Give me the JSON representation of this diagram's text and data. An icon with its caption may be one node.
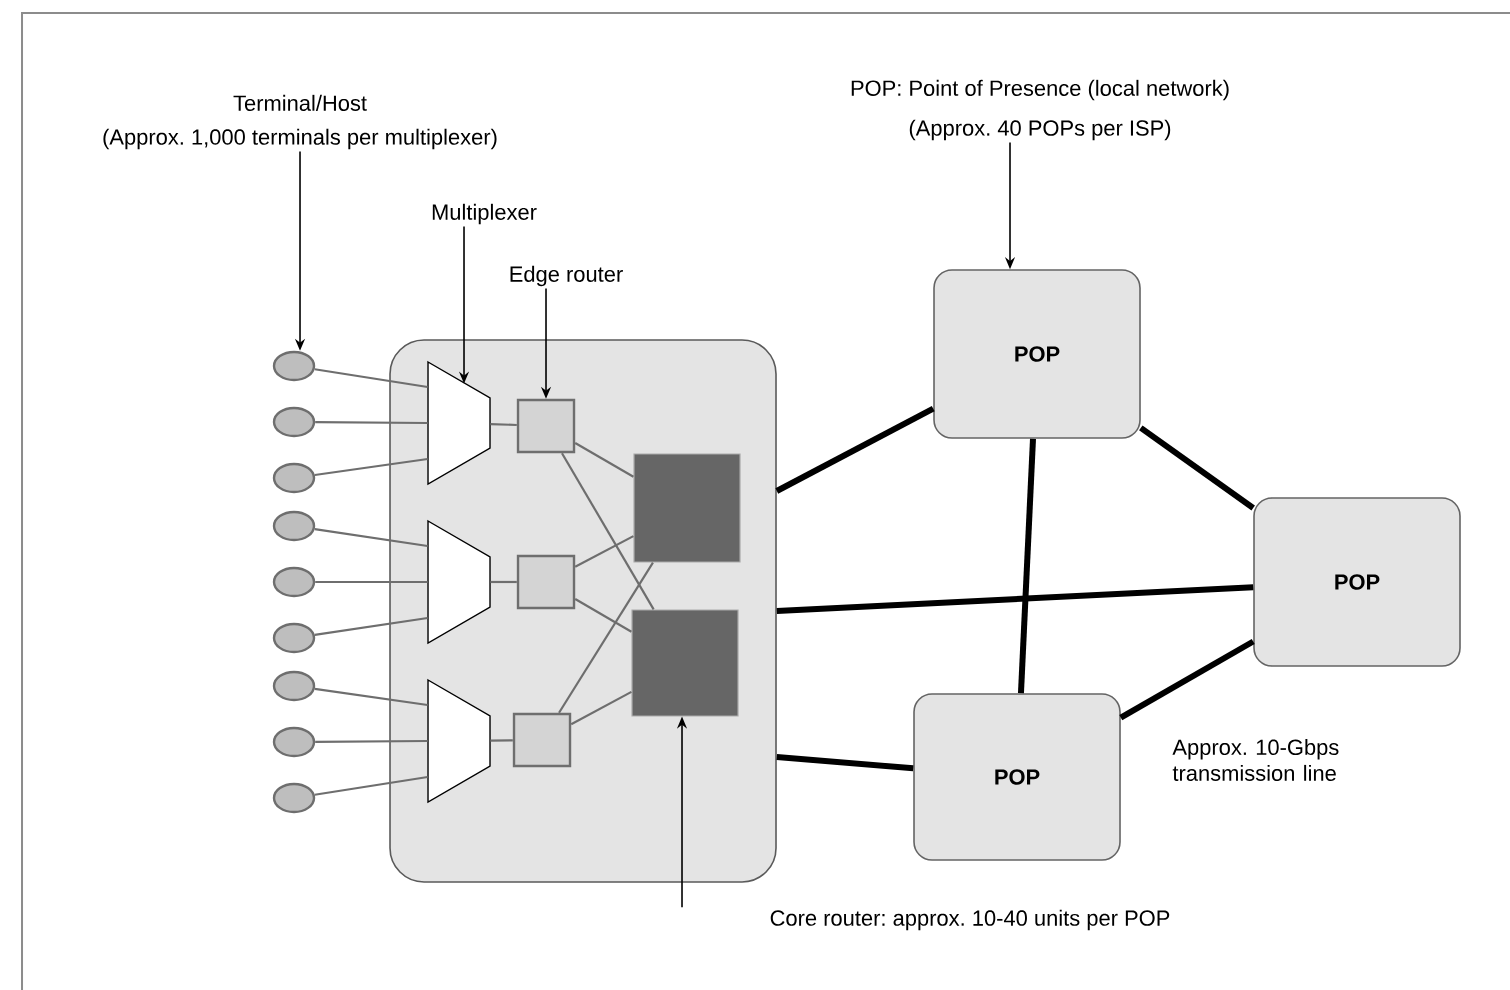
{
  "diagram": {
    "nodes": [
      {
        "text": [
          "Terminal/Host",
          "(Approx. 1,000 terminals per multiplexer)"
        ]
      },
      {
        "text": [
          "POP: Point of Presence (local network)",
          "(Approx. 40 POPs per ISP)"
        ]
      },
      {
        "text": [
          "Multiplexer"
        ]
      },
      {
        "text": [
          "Edge router"
        ]
      },
      {
        "text": [],
        "shape": "box"
      },
      {
        "text": [],
        "shape": "trapezoid",
        "in": 4
      },
      {
        "text": [],
        "shape": "trapezoid",
        "in": 4
      },
      {
        "text": [],
        "shape": "trapezoid",
        "in": 4
      },
      {
        "text": [],
        "shape": "box",
        "in": 4
      },
      {
        "text": [],
        "shape": "box",
        "in": 4
      },
      {
        "text": [],
        "shape": "box",
        "in": 4
      },
      {
        "text": [],
        "shape": "box",
        "in": 4
      },
      {
        "text": [],
        "shape": "box",
        "in": 4
      },
      {
        "text": [],
        "shape": "circle"
      },
      {
        "text": [],
        "shape": "circle"
      },
      {
        "text": [],
        "shape": "circle"
      },
      {
        "text": [],
        "shape": "circle"
      },
      {
        "text": [],
        "shape": "circle"
      },
      {
        "text": [],
        "shape": "circle"
      },
      {
        "text": [],
        "shape": "circle"
      },
      {
        "text": [],
        "shape": "circle"
      },
      {
        "text": [],
        "shape": "circle"
      },
      {
        "text": [
          "POP"
        ]
      },
      {
        "text": [
          "POP"
        ]
      },
      {
        "text": [
          "POP"
        ]
      },
      {
        "text": [
          "Core router: approx. 10-40 units per POP"
        ]
      }
    ],
    "edges": [
      {
        "from": 0,
        "to": 13,
        "arrow": "to",
        "color": "#000000"
      },
      {
        "from": 1,
        "to": 22,
        "arrow": "to",
        "color": "#000000"
      },
      {
        "from": 2,
        "to": 5,
        "arrow": "to",
        "color": "#000000"
      },
      {
        "from": 3,
        "to": 8,
        "arrow": "to",
        "color": "#000000"
      },
      {
        "from": 25,
        "to": 12,
        "arrow": "to",
        "color": "#000000"
      },
      {
        "from": 13,
        "to": 5,
        "arrow": "none"
      },
      {
        "from": 14,
        "to": 5,
        "arrow": "none"
      },
      {
        "from": 15,
        "to": 5,
        "arrow": "none"
      },
      {
        "from": 16,
        "to": 6,
        "arrow": "none"
      },
      {
        "from": 17,
        "to": 6,
        "arrow": "none"
      },
      {
        "from": 18,
        "to": 6,
        "arrow": "none"
      },
      {
        "from": 19,
        "to": 7,
        "arrow": "none"
      },
      {
        "from": 20,
        "to": 7,
        "arrow": "none"
      },
      {
        "from": 21,
        "to": 7,
        "arrow": "none"
      },
      {
        "from": 5,
        "to": 8,
        "arrow": "none"
      },
      {
        "from": 6,
        "to": 9,
        "arrow": "none"
      },
      {
        "from": 7,
        "to": 10,
        "arrow": "none"
      },
      {
        "from": 8,
        "to": 11,
        "arrow": "none"
      },
      {
        "from": 8,
        "to": 12,
        "arrow": "none"
      },
      {
        "from": 9,
        "to": 11,
        "arrow": "none"
      },
      {
        "from": 9,
        "to": 12,
        "arrow": "none"
      },
      {
        "from": 10,
        "to": 11,
        "arrow": "none"
      },
      {
        "from": 10,
        "to": 12,
        "arrow": "none"
      },
      {
        "from": 4,
        "to": 22,
        "arrow": "none",
        "style": "thick",
        "color": "#000000"
      },
      {
        "from": 4,
        "to": 23,
        "arrow": "none",
        "style": "thick",
        "color": "#000000"
      },
      {
        "from": 4,
        "to": 24,
        "arrow": "none",
        "style": "thick",
        "color": "#000000"
      },
      {
        "from": 22,
        "to": 24,
        "arrow": "none",
        "style": "thick",
        "color": "#000000"
      },
      {
        "from": 22,
        "to": 23,
        "arrow": "none",
        "style": "thick",
        "color": "#000000"
      },
      {
        "from": 24,
        "to": 23,
        "arrow": "none",
        "style": "thick",
        "color": "#000000"
      }
    ],
    "labels": [
      "Approx. 10-Gbps transmission line"
    ]
  }
}
